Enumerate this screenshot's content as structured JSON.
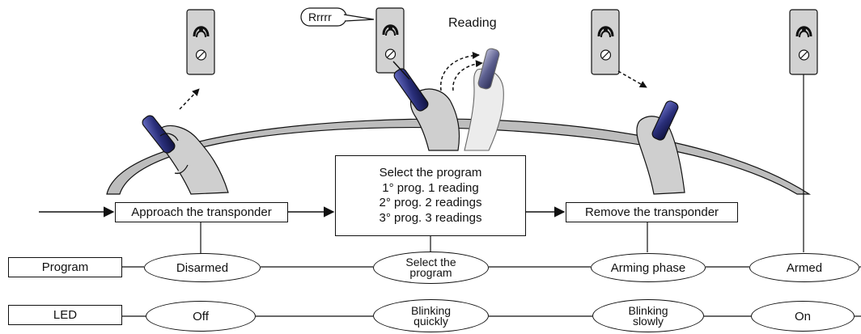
{
  "steps": {
    "approach": "Approach the transponder",
    "select_lines": [
      "Select the program",
      "1° prog. 1 reading",
      "2° prog. 2 readings",
      "3° prog. 3 readings"
    ],
    "remove": "Remove the transponder"
  },
  "rows": {
    "program": {
      "label": "Program",
      "states": {
        "disarmed": "Disarmed",
        "select_line1": "Select the",
        "select_line2": "program",
        "arming": "Arming phase",
        "armed": "Armed"
      }
    },
    "led": {
      "label": "LED",
      "states": {
        "off": "Off",
        "quick_line1": "Blinking",
        "quick_line2": "quickly",
        "slow_line1": "Blinking",
        "slow_line2": "slowly",
        "on": "On"
      }
    }
  },
  "annotations": {
    "reading": "Reading",
    "sound": "Rrrrr"
  },
  "icons": [
    "wall-reader-icon",
    "hand-with-transponder-icon",
    "arrow-icon"
  ],
  "colors": {
    "line": "#111111",
    "device_body": "#d2d2d2",
    "hand_fill": "#cfcfcf",
    "transponder": "#2a2f7a"
  }
}
